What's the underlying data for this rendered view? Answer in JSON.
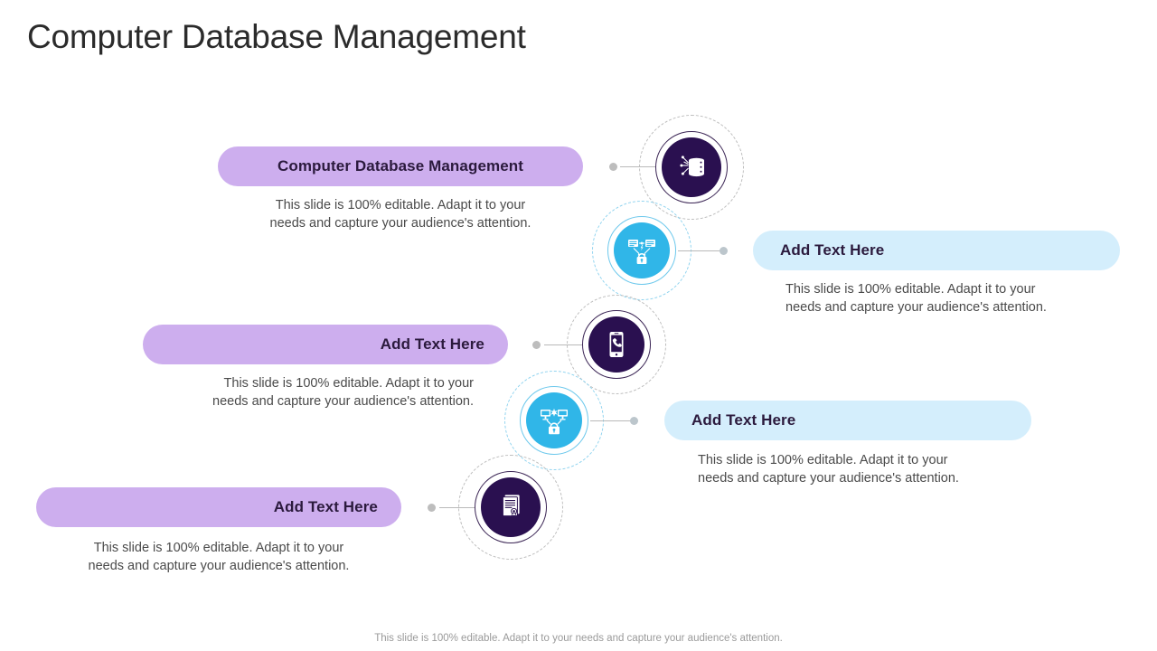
{
  "slide": {
    "title": "Computer Database Management",
    "footer_note": "This slide is 100% editable. Adapt it to your needs and capture your audience's attention."
  },
  "theme": {
    "purple_pill": "#cdaeee",
    "blue_pill": "#d4eefc",
    "dark_circle": "#2a1050",
    "cyan_circle": "#30b6e8",
    "title_color": "#2b2b2b",
    "body_color": "#4a4a4a",
    "pill_label_color": "#2b1a3d",
    "connector_color": "#b9b9b9"
  },
  "body_text": "This slide is 100% editable. Adapt it to your\nneeds and capture your audience's attention.",
  "items": [
    {
      "id": "row-1",
      "pill_label": "Computer Database Management",
      "description": "This slide is 100% editable. Adapt it to your\nneeds and capture your audience's attention.",
      "side": "left",
      "pill_color": "purple",
      "icon": "database-icon",
      "icon_style": "dark"
    },
    {
      "id": "row-2",
      "pill_label": "Add Text Here",
      "description": "This slide is 100% editable. Adapt it to your\nneeds and capture your audience's attention.",
      "side": "right",
      "pill_color": "blue",
      "icon": "secure-data-transfer-icon",
      "icon_style": "cyan"
    },
    {
      "id": "row-3",
      "pill_label": "Add Text Here",
      "description": "This slide is 100% editable. Adapt it to your\nneeds and capture your audience's attention.",
      "side": "left",
      "pill_color": "purple",
      "icon": "mobile-phone-icon",
      "icon_style": "dark"
    },
    {
      "id": "row-4",
      "pill_label": "Add Text Here",
      "description": "This slide is 100% editable. Adapt it to your\nneeds and capture your audience's attention.",
      "side": "right",
      "pill_color": "blue",
      "icon": "secure-network-icon",
      "icon_style": "cyan"
    },
    {
      "id": "row-5",
      "pill_label": "Add Text Here",
      "description": "This slide is 100% editable. Adapt it to your\nneeds and capture your audience's attention.",
      "side": "left",
      "pill_color": "purple",
      "icon": "document-certificate-icon",
      "icon_style": "dark"
    }
  ]
}
